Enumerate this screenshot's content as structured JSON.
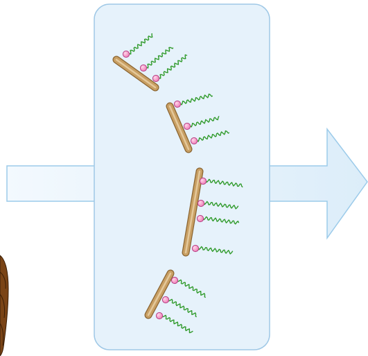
{
  "colors": {
    "background": "#ffffff",
    "arrow_fill_light": "#f3f9fe",
    "arrow_fill_dark": "#dcedf9",
    "arrow_stroke": "#9ccbea",
    "panel_fill": "#e6f2fb",
    "panel_stroke": "#9fc8e6",
    "rod_fill": "#c89f63",
    "rod_stroke": "#8a6430",
    "bead_fill": "#ee7ab5",
    "bead_stroke": "#b63f84",
    "chain_stroke": "#2f9a2a",
    "texture_fill": "#7a4416",
    "texture_stroke": "#3a1e06"
  },
  "icons": {
    "arrow": "process-arrow-icon",
    "panel": "process-container-icon",
    "molecule": "rod-with-chains-icon",
    "texture": "fiber-texture-icon"
  },
  "molecules": [
    {
      "chains": 3
    },
    {
      "chains": 3
    },
    {
      "chains": 4
    },
    {
      "chains": 3
    }
  ]
}
